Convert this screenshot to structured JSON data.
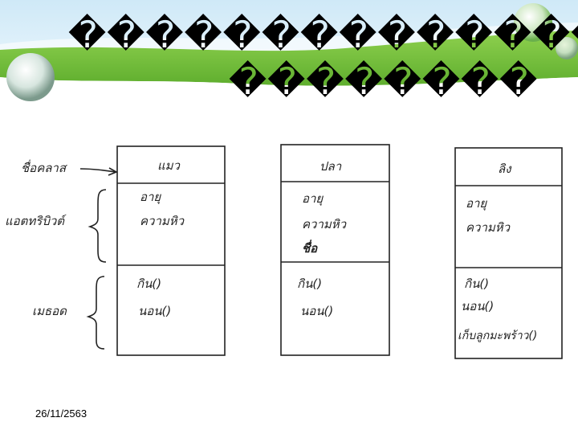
{
  "slide": {
    "title_line1": "����������������",
    "title_line2": "��������",
    "date": "26/11/2563"
  },
  "diagram": {
    "labels": {
      "class_name": "ชื่อคลาส",
      "attributes": "แอตทริบิวต์",
      "methods": "เมธอด"
    },
    "classes": [
      {
        "name": "แมว",
        "attributes": [
          "อายุ",
          "ความหิว"
        ],
        "methods": [
          "กิน()",
          "นอน()"
        ]
      },
      {
        "name": "ปลา",
        "attributes": [
          "อายุ",
          "ความหิว",
          "ชื่อ"
        ],
        "methods": [
          "กิน()",
          "นอน()"
        ]
      },
      {
        "name": "ลิง",
        "attributes": [
          "อายุ",
          "ความหิว"
        ],
        "methods": [
          "กิน()",
          "นอน()",
          "เก็บลูกมะพร้าว()"
        ]
      }
    ]
  },
  "colors": {
    "banner_green": "#7cc242",
    "banner_sky": "#dff1fb",
    "line": "#222222"
  }
}
